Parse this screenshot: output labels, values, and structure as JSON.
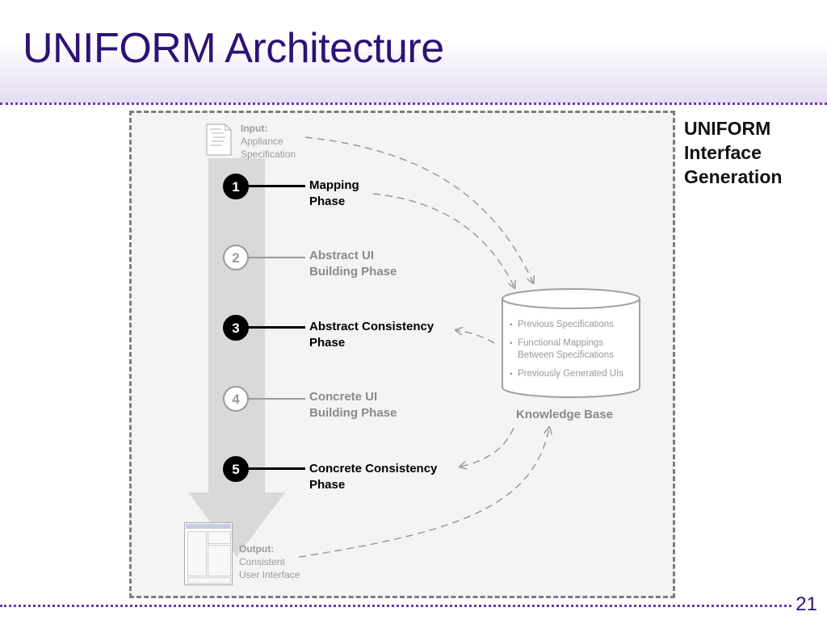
{
  "slide": {
    "title": "UNIFORM Architecture",
    "page_number": "21",
    "side_title": "UNIFORM\nInterface\nGeneration"
  },
  "input": {
    "label": "Input:",
    "text": "Appliance\nSpecification"
  },
  "output": {
    "label": "Output:",
    "text": "Consistent\nUser Interface"
  },
  "phases": [
    {
      "number": "1",
      "label": "Mapping\nPhase",
      "active": true
    },
    {
      "number": "2",
      "label": "Abstract UI\nBuilding Phase",
      "active": false
    },
    {
      "number": "3",
      "label": "Abstract Consistency\nPhase",
      "active": true
    },
    {
      "number": "4",
      "label": "Concrete UI\nBuilding Phase",
      "active": false
    },
    {
      "number": "5",
      "label": "Concrete Consistency\nPhase",
      "active": true
    }
  ],
  "knowledge_base": {
    "title": "Knowledge Base",
    "items": [
      "Previous Specifications",
      "Functional Mappings\nBetween Specifications",
      "Previously Generated UIs"
    ]
  },
  "colors": {
    "title": "#2e1275",
    "dotted_rule": "#6a38b0",
    "active": "#000000",
    "inactive": "#9a9a9a"
  }
}
